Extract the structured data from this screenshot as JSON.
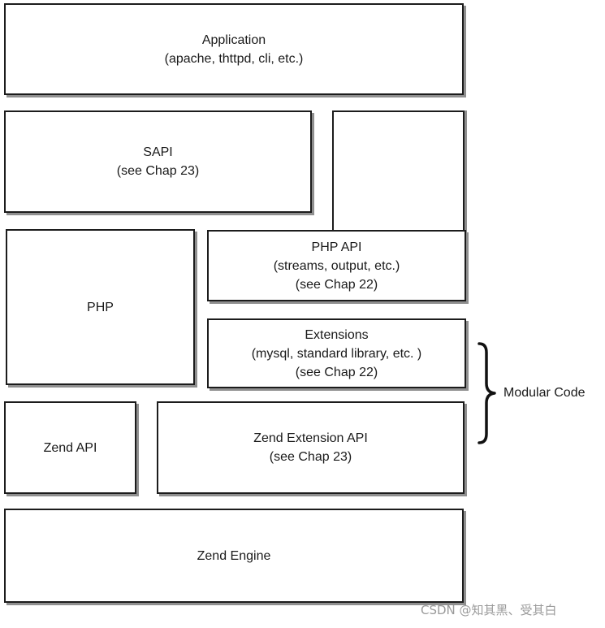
{
  "layers": {
    "application": {
      "title": "Application",
      "subtitle": "(apache, thttpd, cli, etc.)"
    },
    "sapi": {
      "title": "SAPI",
      "subtitle": "(see Chap 23)"
    },
    "php": {
      "title": "PHP"
    },
    "php_api": {
      "title": "PHP API",
      "subtitle": "(streams, output, etc.)",
      "note": "(see Chap 22)"
    },
    "extensions": {
      "title": "Extensions",
      "subtitle": "(mysql, standard library, etc. )",
      "note": "(see Chap 22)"
    },
    "zend_api": {
      "title": "Zend API"
    },
    "zend_extension_api": {
      "title": "Zend Extension API",
      "subtitle": "(see Chap 23)"
    },
    "zend_engine": {
      "title": "Zend Engine"
    }
  },
  "annotation": {
    "label": "Modular Code"
  },
  "watermark": "CSDN @知其黑、受其白"
}
